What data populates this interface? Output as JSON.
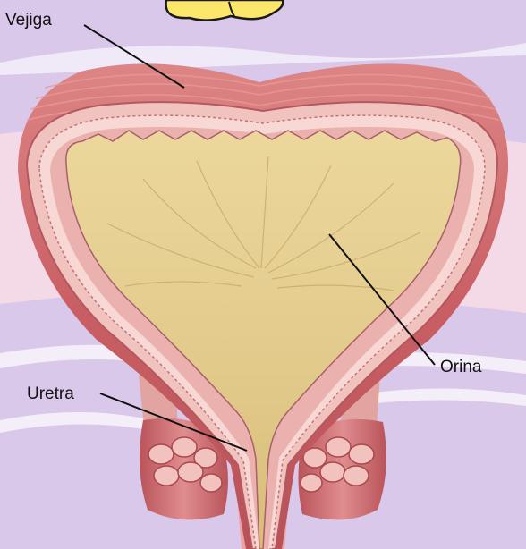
{
  "labels": {
    "bladder": "Vejiga",
    "urine": "Orina",
    "urethra": "Uretra"
  },
  "colors": {
    "background": "#d9c8ea",
    "muscle": "#d06b6e",
    "lining": "#efb9b5",
    "urine": "#e3cd8e",
    "leader_line": "#111111"
  }
}
